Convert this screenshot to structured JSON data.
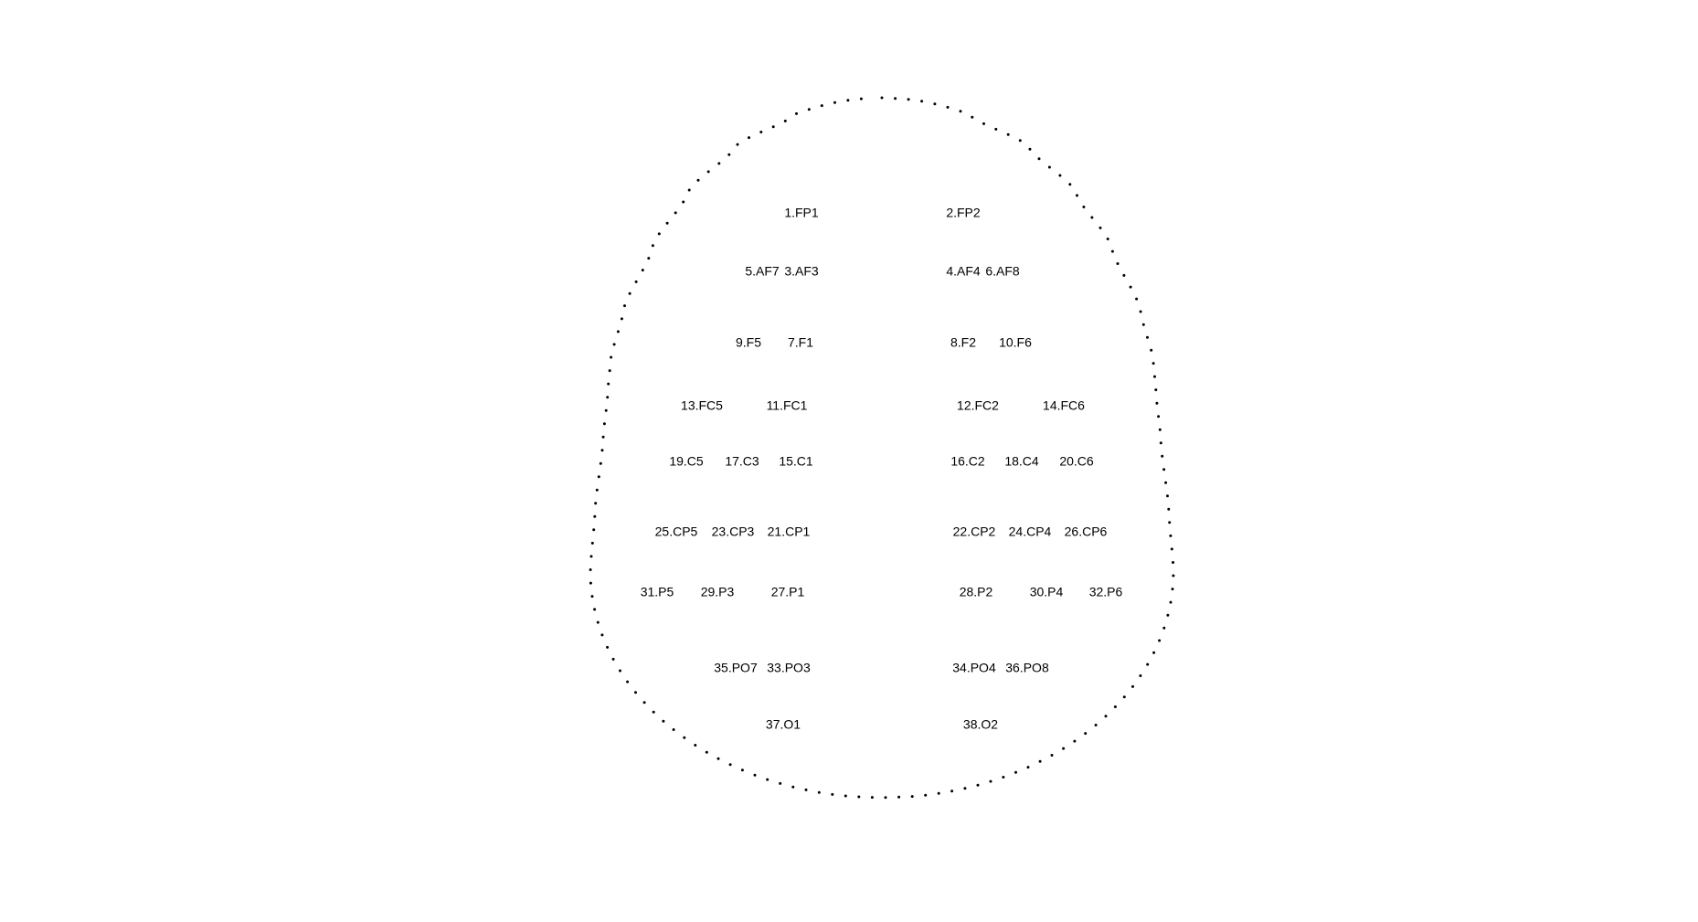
{
  "diagram": {
    "outline_color": "#000000",
    "label_color": "#000000",
    "electrodes": [
      {
        "label": "1.FP1"
      },
      {
        "label": "2.FP2"
      },
      {
        "label": "5.AF7"
      },
      {
        "label": "3.AF3"
      },
      {
        "label": "4.AF4"
      },
      {
        "label": "6.AF8"
      },
      {
        "label": "9.F5"
      },
      {
        "label": "7.F1"
      },
      {
        "label": "8.F2"
      },
      {
        "label": "10.F6"
      },
      {
        "label": "13.FC5"
      },
      {
        "label": "11.FC1"
      },
      {
        "label": "12.FC2"
      },
      {
        "label": "14.FC6"
      },
      {
        "label": "19.C5"
      },
      {
        "label": "17.C3"
      },
      {
        "label": "15.C1"
      },
      {
        "label": "16.C2"
      },
      {
        "label": "18.C4"
      },
      {
        "label": "20.C6"
      },
      {
        "label": "25.CP5"
      },
      {
        "label": "23.CP3"
      },
      {
        "label": "21.CP1"
      },
      {
        "label": "22.CP2"
      },
      {
        "label": "24.CP4"
      },
      {
        "label": "26.CP6"
      },
      {
        "label": "31.P5"
      },
      {
        "label": "29.P3"
      },
      {
        "label": "27.P1"
      },
      {
        "label": "28.P2"
      },
      {
        "label": "30.P4"
      },
      {
        "label": "32.P6"
      },
      {
        "label": "35.PO7"
      },
      {
        "label": "33.PO3"
      },
      {
        "label": "34.PO4"
      },
      {
        "label": "36.PO8"
      },
      {
        "label": "37.O1"
      },
      {
        "label": "38.O2"
      }
    ]
  }
}
